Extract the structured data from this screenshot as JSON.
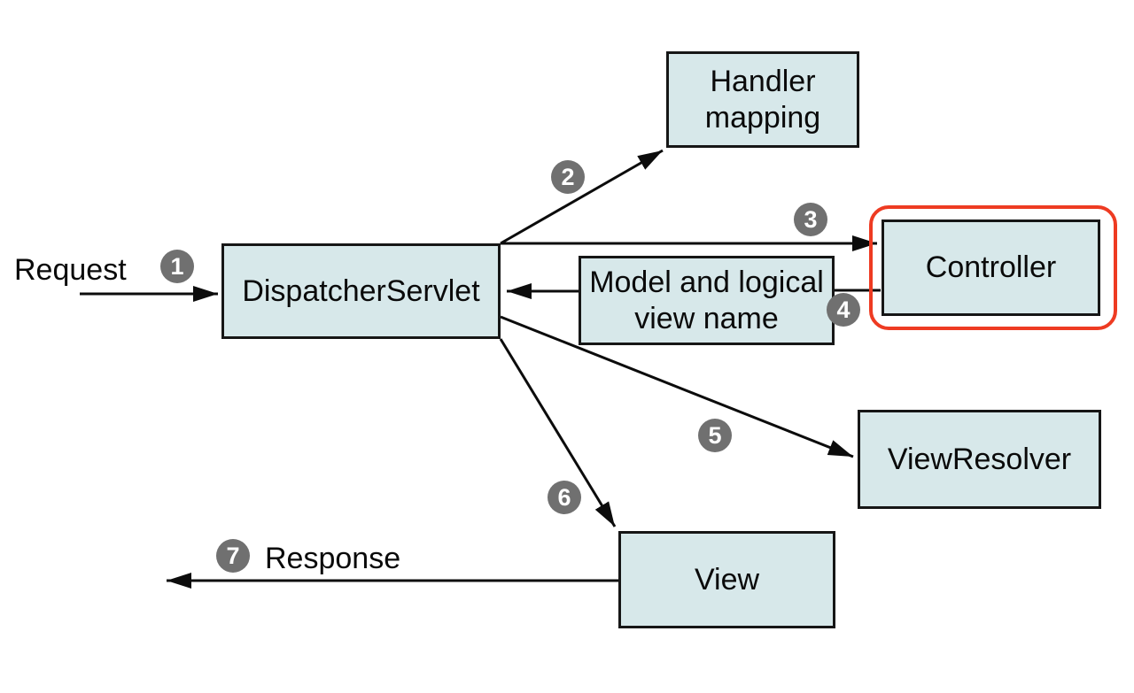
{
  "diagram": {
    "request_label": "Request",
    "response_label": "Response",
    "nodes": {
      "dispatcher_servlet": "DispatcherServlet",
      "handler_mapping": "Handler\nmapping",
      "model_and_view": "Model and logical\nview name",
      "controller": "Controller",
      "view_resolver": "ViewResolver",
      "view": "View"
    },
    "steps": [
      "1",
      "2",
      "3",
      "4",
      "5",
      "6",
      "7"
    ],
    "colors": {
      "node_fill": "#d7e8ea",
      "node_border": "#161616",
      "arrow": "#0c0c0c",
      "step_circle": "#707070",
      "step_number": "#ffffff",
      "highlight_ring": "#ee3b22",
      "background": "#ffffff",
      "text": "#0a0a0a"
    }
  }
}
